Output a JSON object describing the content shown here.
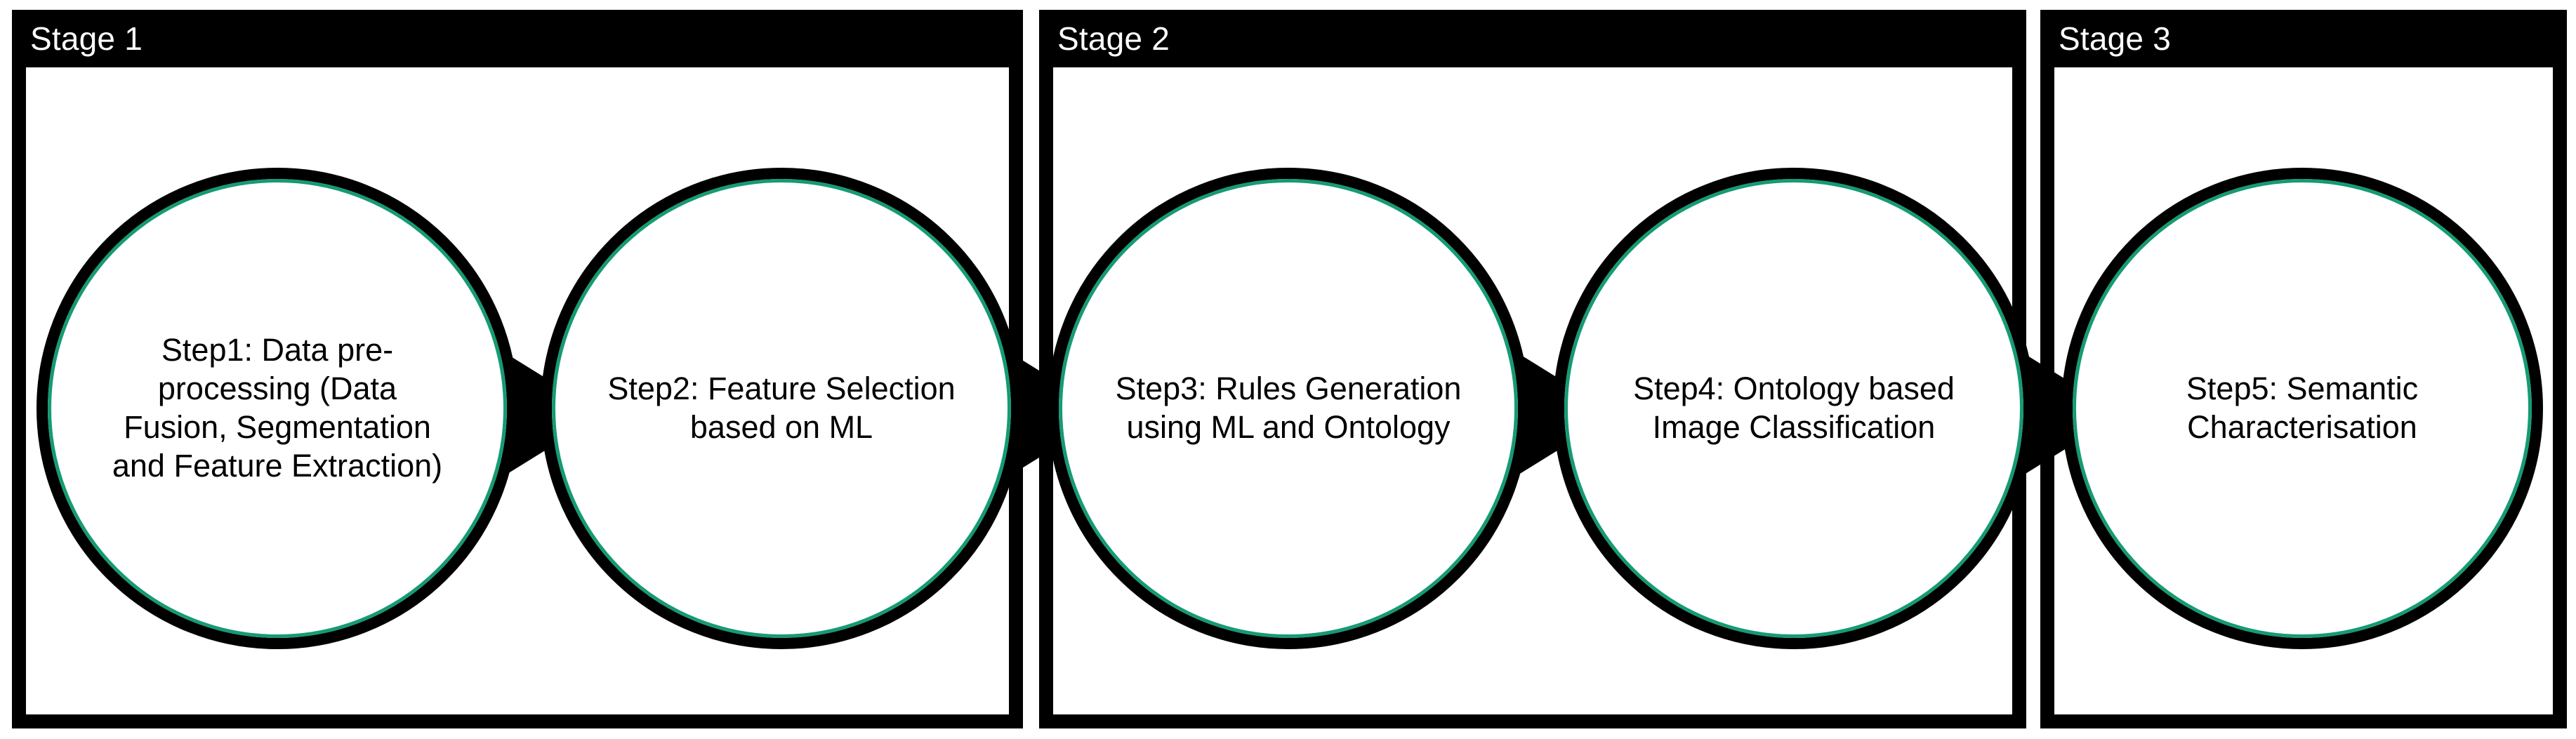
{
  "diagram": {
    "title_bar_color": "#000000",
    "accent_color": "#159b74",
    "outline_color": "#000000",
    "background_color": "#ffffff",
    "title_text_color": "#ffffff"
  },
  "stages": [
    {
      "label": "Stage 1"
    },
    {
      "label": "Stage 2"
    },
    {
      "label": "Stage 3"
    }
  ],
  "steps": [
    {
      "label": "Step1: Data pre-processing (Data Fusion, Segmentation and Feature Extraction)"
    },
    {
      "label": "Step2: Feature Selection based on ML"
    },
    {
      "label": "Step3: Rules Generation using ML and Ontology"
    },
    {
      "label": "Step4: Ontology based Image Classification"
    },
    {
      "label": "Step5: Semantic Characterisation"
    }
  ],
  "arrows": [
    {
      "name": "arrow-step1-to-step2"
    },
    {
      "name": "arrow-step2-to-step3"
    },
    {
      "name": "arrow-step3-to-step4"
    },
    {
      "name": "arrow-step4-to-step5"
    }
  ]
}
